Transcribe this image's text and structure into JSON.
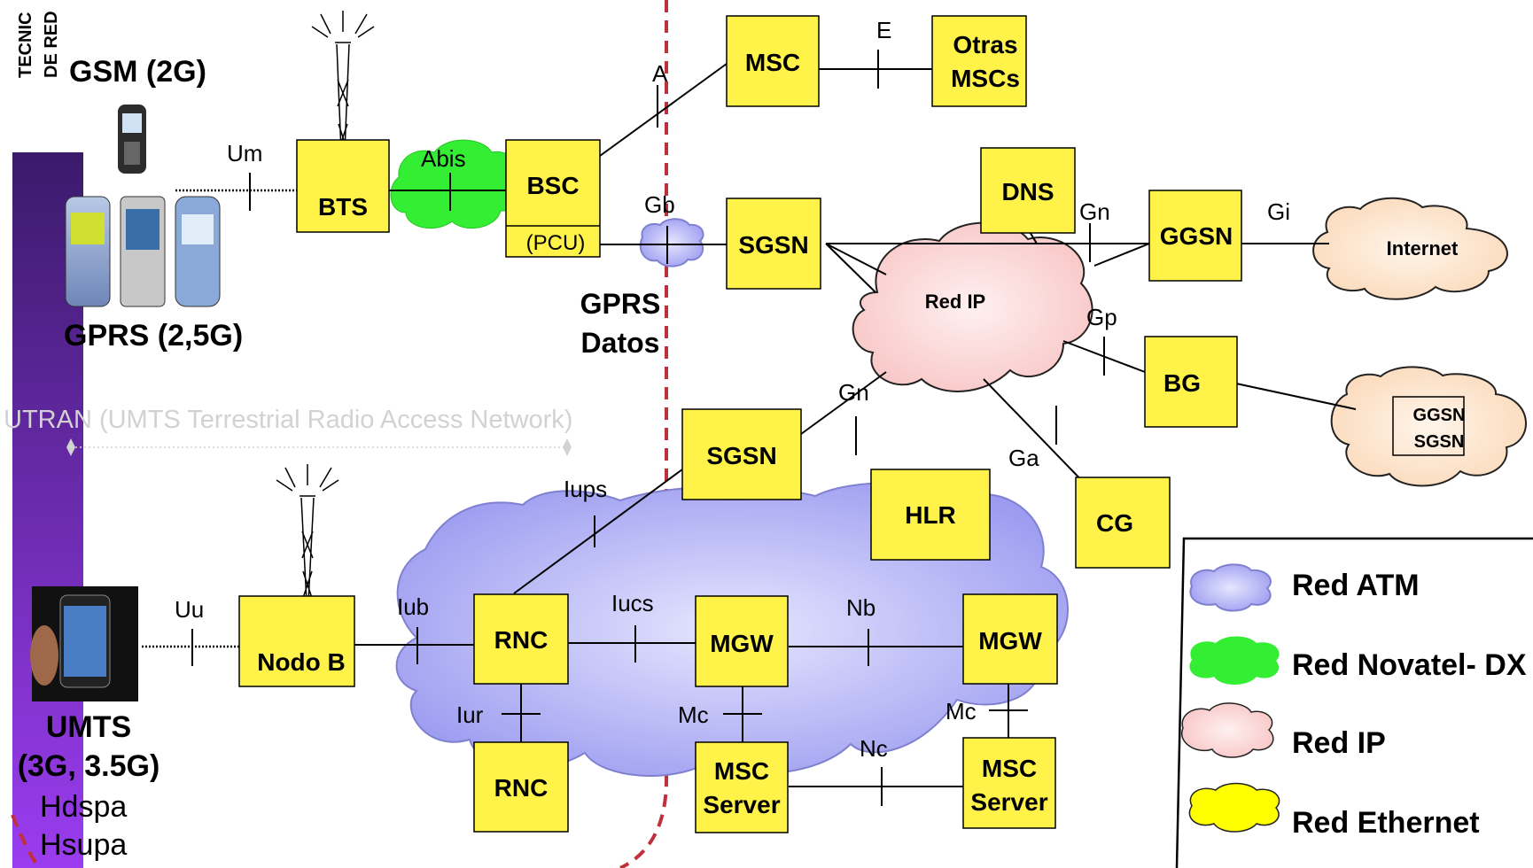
{
  "colors": {
    "node_fill": "#fff34a",
    "atm_fill": "#c9c9f5",
    "ip_fill": "#fde0e0",
    "novatel_fill": "#33ee33",
    "ethernet_fill": "#ffff00",
    "internet_fill": "#fde8d4",
    "sidebar_top": "#3b1a6b",
    "sidebar_bottom": "#9b3cf0",
    "boundary": "#c0303a"
  },
  "corner": {
    "line1": "TECNIC",
    "line2": "DE RED"
  },
  "left": {
    "gsm": "GSM (2G)",
    "gprs": "GPRS (2,5G)",
    "umts1": "UMTS",
    "umts2": "(3G, 3.5G)",
    "hdspa": "Hdspa",
    "hsupa": "Hsupa",
    "utran": "UTRAN (UMTS Terrestrial Radio Access Network)"
  },
  "nodes": {
    "bts": "BTS",
    "bsc": "BSC",
    "pcu": "(PCU)",
    "msc": "MSC",
    "otras1": "Otras",
    "otras2": "MSCs",
    "sgsn_top": "SGSN",
    "dns": "DNS",
    "ggsn": "GGSN",
    "bg": "BG",
    "sgsn_mid": "SGSN",
    "hlr": "HLR",
    "cg": "CG",
    "nodo_b": "Nodo B",
    "rnc1": "RNC",
    "rnc2": "RNC",
    "mgw1": "MGW",
    "mgw2": "MGW",
    "msc_server": "MSC",
    "msc_server_2": "Server",
    "msc_server_b": "MSC",
    "msc_server_b_2": "Server"
  },
  "clouds": {
    "red_ip": "Red IP",
    "internet": "Internet",
    "ext_ggsn": "GGSN",
    "ext_sgsn": "SGSN"
  },
  "gprs_datos": {
    "line1": "GPRS",
    "line2": "Datos"
  },
  "interfaces": {
    "um": "Um",
    "abis": "Abis",
    "a": "A",
    "e": "E",
    "gb": "Gb",
    "gn_top": "Gn",
    "gi": "Gi",
    "gp": "Gp",
    "gn_mid": "Gn",
    "ga": "Ga",
    "iups": "Iups",
    "uu": "Uu",
    "iub": "Iub",
    "iucs": "Iucs",
    "nb": "Nb",
    "iur": "Iur",
    "mc1": "Mc",
    "mc2": "Mc",
    "nc": "Nc"
  },
  "legend": {
    "atm": "Red ATM",
    "novatel": "Red Novatel- DX",
    "ip": "Red IP",
    "ethernet": "Red  Ethernet"
  }
}
